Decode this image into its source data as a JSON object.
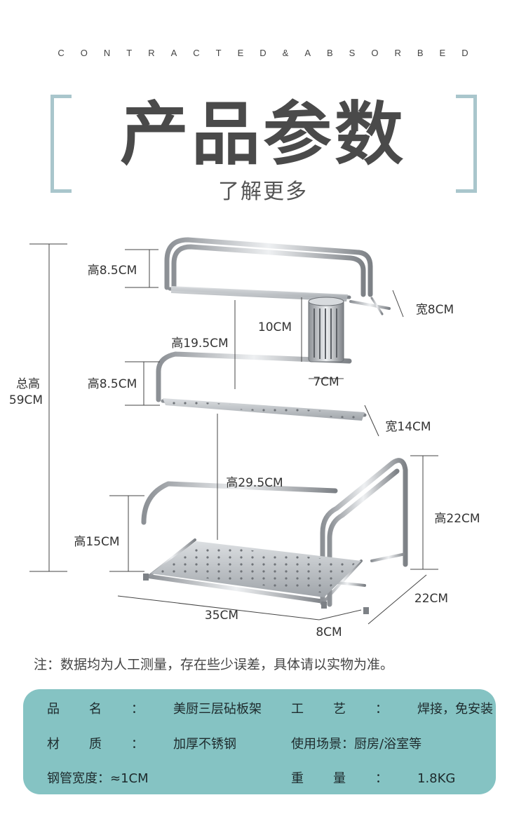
{
  "header": {
    "tagline": "CONTRACTED&ABSORBED",
    "title": "产品参数",
    "subtitle": "了解更多"
  },
  "dimensions": {
    "total_label_1": "总高",
    "total_label_2": "59CM",
    "top_height": "高8.5CM",
    "mid_height": "高8.5CM",
    "bottom_height": "高15CM",
    "span_19": "高19.5CM",
    "span_29": "高29.5CM",
    "cup_height": "10CM",
    "cup_width": "7CM",
    "top_width": "宽8CM",
    "mid_width": "宽14CM",
    "board_height": "高22CM",
    "length": "35CM",
    "board_gap": "8CM",
    "board_depth": "22CM"
  },
  "note": "注：数据均为人工测量，存在些少误差，具体请以实物为准。",
  "specs": [
    {
      "k1": "品名：",
      "v1": "美厨三层砧板架",
      "k2": "工艺：",
      "v2": "焊接，免安装"
    },
    {
      "k1": "材质：",
      "v1": "加厚不锈钢",
      "k2": "使用场景：",
      "v2": "厨房/浴室等"
    },
    {
      "k1": "钢管宽度：",
      "v1": "≈1CM",
      "k2": "重量：",
      "v2": "1.8KG"
    }
  ],
  "colors": {
    "accent_panel": "#85c3c3",
    "bracket": "#a9c6cc",
    "steel": "#a8acb0"
  }
}
